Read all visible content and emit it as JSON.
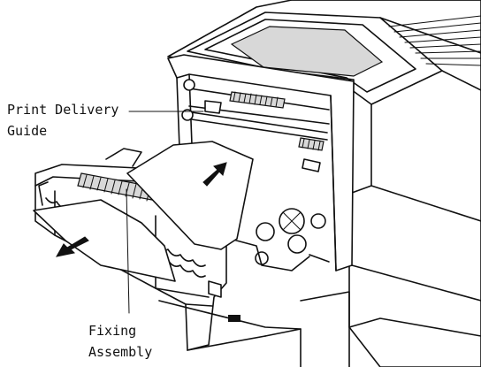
{
  "callouts": {
    "print_delivery_guide": {
      "line1": "Print Delivery",
      "line2": "Guide"
    },
    "fixing_assembly": {
      "line1": "Fixing",
      "line2": "Assembly"
    }
  },
  "colors": {
    "line": "#111111",
    "background": "#ffffff"
  }
}
